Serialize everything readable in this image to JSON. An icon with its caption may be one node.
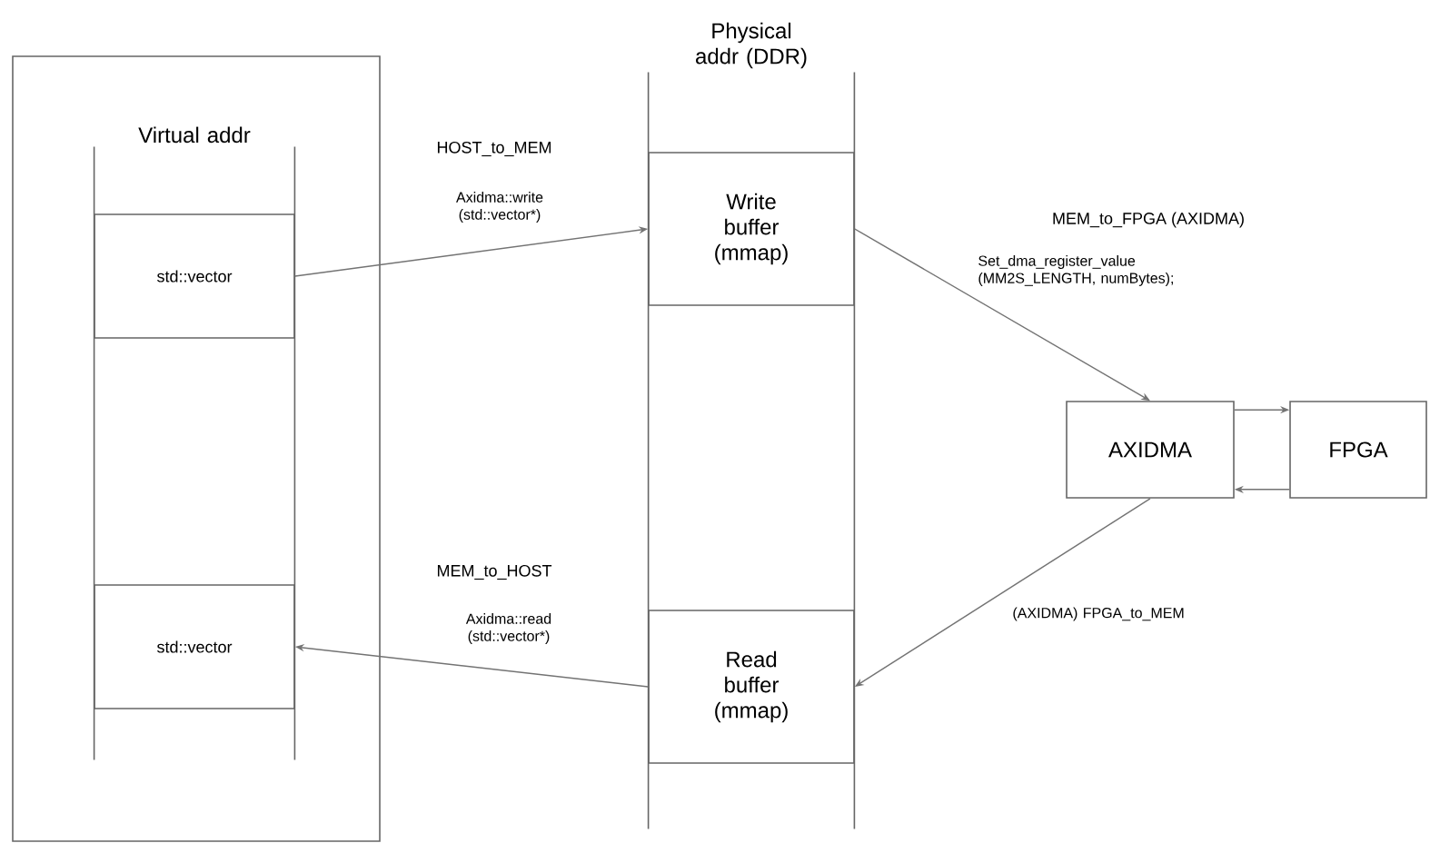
{
  "diagram": {
    "nodes": [
      {
        "text": [],
        "shape": "box"
      },
      {
        "text": [
          "Virtual addr"
        ],
        "in": 0
      },
      {
        "text": [
          "std::vector"
        ],
        "in": 1
      },
      {
        "text": [
          "std::vector"
        ],
        "in": 1
      },
      {
        "text": [
          "Physical addr (DDR)"
        ]
      },
      {
        "text": [
          "Write buffer (mmap)"
        ],
        "in": 4
      },
      {
        "text": [
          "Read buffer (mmap)"
        ],
        "in": 4
      },
      {
        "text": [
          "AXIDMA"
        ]
      },
      {
        "text": [
          "FPGA"
        ]
      }
    ],
    "edges": [
      {
        "from": 2,
        "to": 5,
        "arrow": "to",
        "label": "Axidma::write (std::vector*)"
      },
      {
        "from": 5,
        "to": 7,
        "arrow": "to",
        "label": "Set_dma_register_value (MM2S_LENGTH, numBytes);"
      },
      {
        "from": 7,
        "to": 6,
        "arrow": "to",
        "label": "(AXIDMA) FPGA_to_MEM"
      },
      {
        "from": 6,
        "to": 3,
        "arrow": "to",
        "label": "Axidma::read (std::vector*)"
      },
      {
        "from": 7,
        "to": 8,
        "arrow": "to"
      },
      {
        "from": 8,
        "to": 7,
        "arrow": "to"
      }
    ],
    "labels": [
      "HOST_to_MEM",
      "MEM_to_FPGA (AXIDMA)",
      "MEM_to_HOST"
    ]
  }
}
